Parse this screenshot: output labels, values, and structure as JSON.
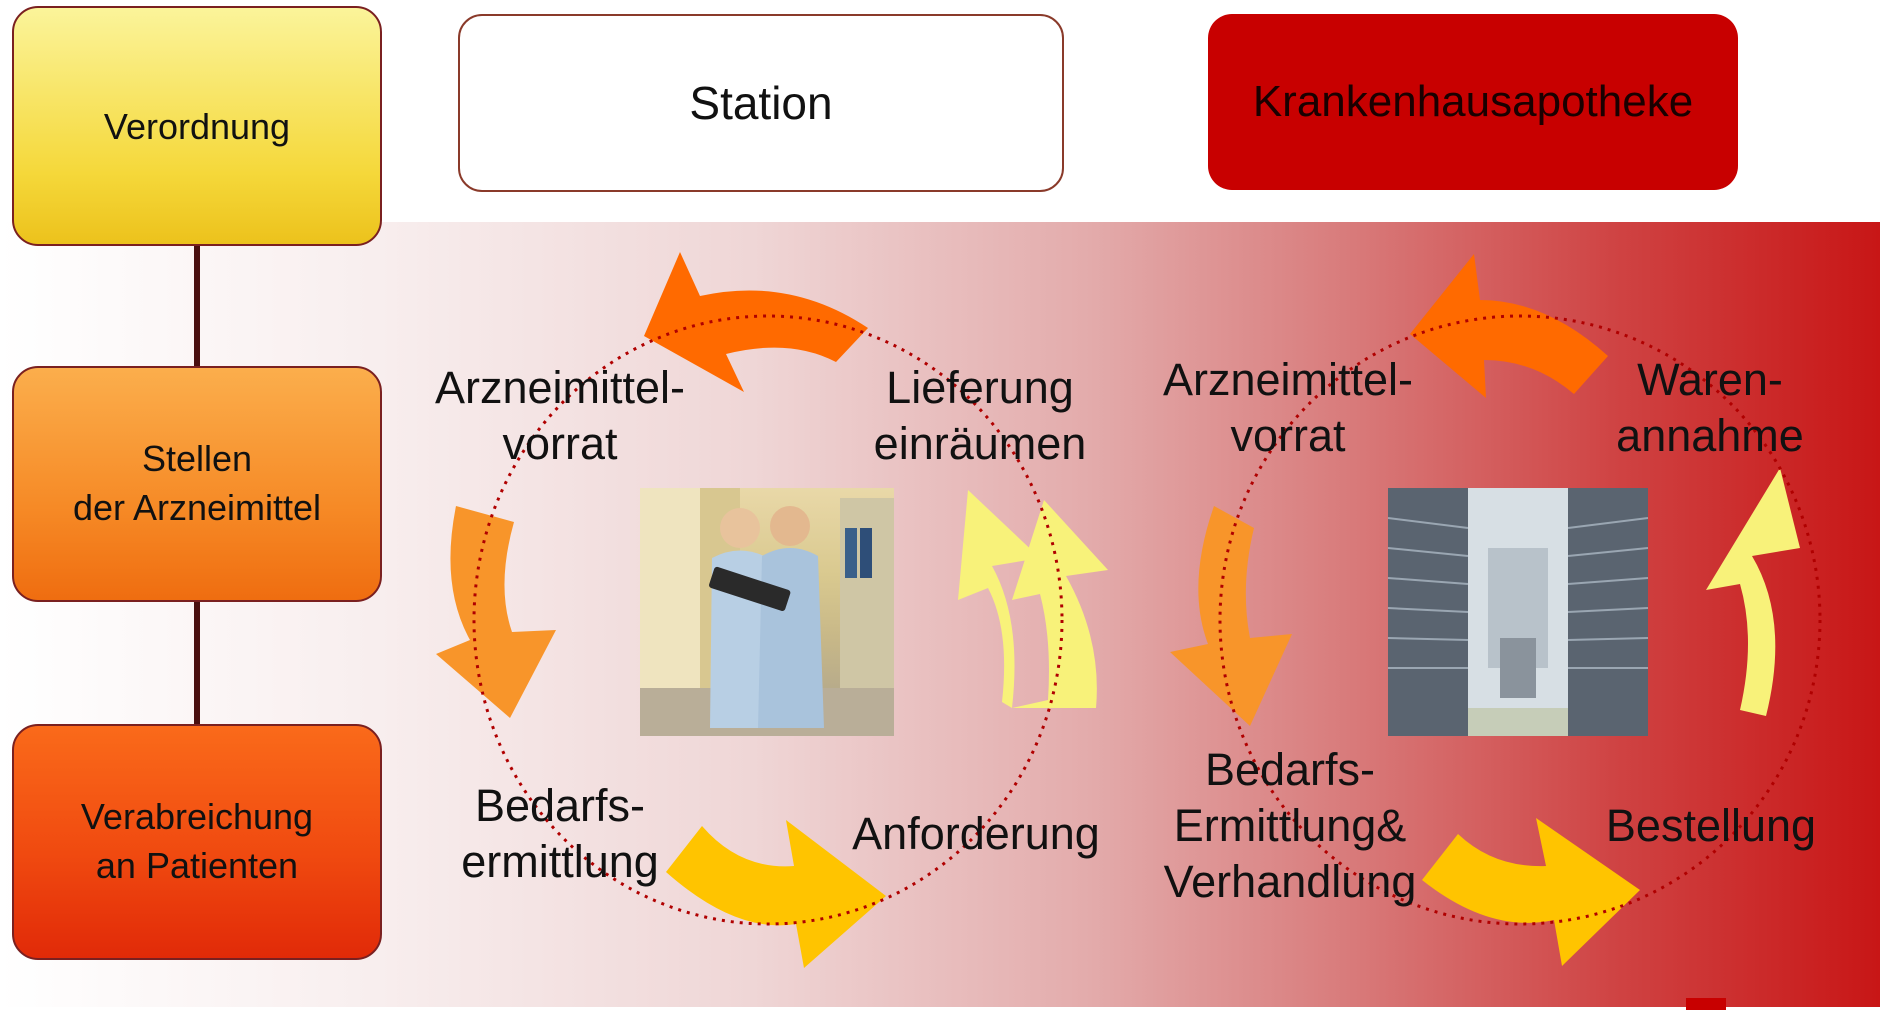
{
  "process_boxes": {
    "verordnung": "Verordnung",
    "stellen": [
      "Stellen",
      "der Arzneimittel"
    ],
    "verabreichung": [
      "Verabreichung",
      "an Patienten"
    ]
  },
  "headers": {
    "station": "Station",
    "apotheke": "Krankenhausapotheke"
  },
  "station_cycle": {
    "vorrat": [
      "Arzneimittel-",
      "vorrat"
    ],
    "lieferung": [
      "Lieferung",
      "einräumen"
    ],
    "bedarf": [
      "Bedarfs-",
      "ermittlung"
    ],
    "anforderung": "Anforderung"
  },
  "apotheke_cycle": {
    "vorrat": [
      "Arzneimittel-",
      "vorrat"
    ],
    "warenannahme": [
      "Waren-",
      "annahme"
    ],
    "bedarf": [
      "Bedarfs-",
      "Ermittlung&",
      "Verhandlung"
    ],
    "bestellung": "Bestellung"
  },
  "colors": {
    "verordnung": "#f5d83a",
    "stellen": "#f68a26",
    "verabreichung": "#f04a10",
    "apotheke": "#c80000",
    "arrow_orange": "#ff6a00",
    "arrow_light_orange": "#f8952a",
    "arrow_gold": "#ffc400",
    "arrow_pale_yellow": "#f8f27a",
    "cycle_dotted": "#b00000"
  }
}
